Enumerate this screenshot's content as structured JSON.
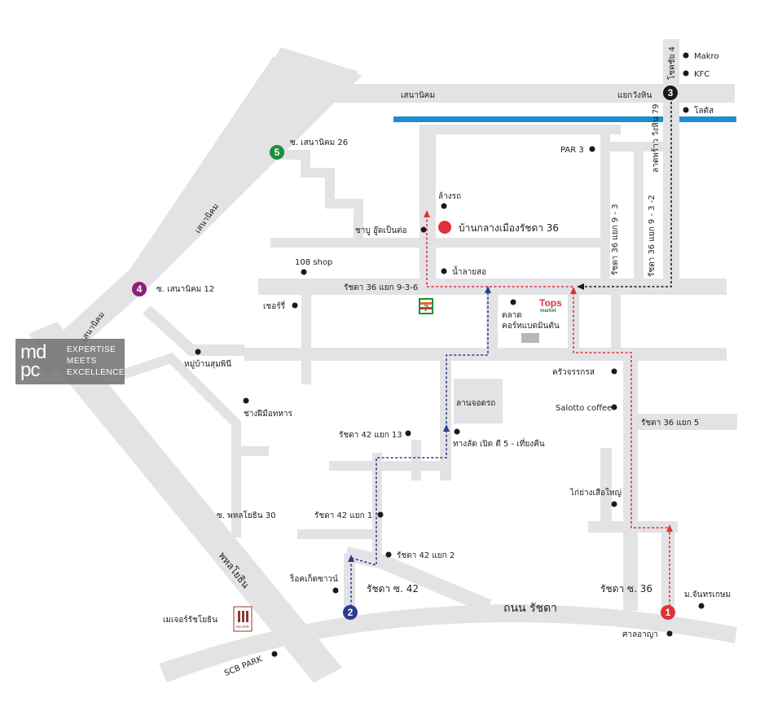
{
  "colors": {
    "road": "#e3e3e6",
    "rail": "#1a8fd0",
    "route_red": "#e0313a",
    "route_blue": "#2a3d8f",
    "marker_green": "#1b8f3a",
    "marker_purple": "#8e1e7a",
    "marker_black": "#1a1a1a",
    "marker_red": "#e0313a",
    "marker_blue": "#2a3d8f",
    "destination": "#e0313a"
  },
  "logo": {
    "mark_line1": "md",
    "mark_line2": "pc",
    "tag1": "EXPERTISE",
    "tag2": "MEETS",
    "tag3": "EXCELLENCE"
  },
  "markers": [
    "1",
    "2",
    "3",
    "4",
    "5"
  ],
  "roads": {
    "senanikhom_top": "เสนานิคม",
    "senanikhom_diag1": "เสนานิคม",
    "senanikhom_diag2": "เสนานิคม",
    "yaek_wanghin": "แยกวังหิน",
    "chokchai4": "โชคชัย 4",
    "ladprao_wanghin": "ลาดพร้าว วังหิน 79",
    "ratchada36_936": "รัชดา 36 แยก 9-3-6",
    "ratchada36_93": "รัชดา 36 แยก 9 - 3",
    "ratchada36_932": "รัชดา 36 แยก 9 - 3 -2",
    "ratchada36_5": "รัชดา 36 แยก 5",
    "ratchada42_13": "รัชดา 42 แยก 13",
    "ratchada42_1": "รัชดา 42 แยก 1",
    "ratchada42_2": "รัชดา 42 แยก 2",
    "ratchada_soi42": "รัชดา ซ. 42",
    "ratchada_soi36": "รัชดา ซ. 36",
    "thanon_ratchada": "ถนน รัชดา",
    "phahonyothin": "พหลโยธิน",
    "soi_phahon30": "ซ. พหลโยธิน 30",
    "soi_sena26": "ซ. เสนานิคม 26",
    "soi_sena12": "ซ. เสนานิคม 12"
  },
  "places": {
    "makro": "Makro",
    "kfc": "KFC",
    "lotus": "โลตัส",
    "par3": "PAR 3",
    "car_wash": "ล้างรถ",
    "destination": "บ้านกลางเมืองรัชดา 36",
    "shabu": "ชาบู อู๊ดเป็นต่อ",
    "shop108": "108 shop",
    "namlai": "น้ำลายสอ",
    "cherry": "เชอร์รี่",
    "market": "ตลาด",
    "badminton": "คอร์ทแบดมินตัน",
    "tops": "Tops",
    "tops_sub": "market",
    "village": "หมู่บ้านสุมพินี",
    "military": "ช่างฝีมือทหาร",
    "kitchen": "ครัวจรรกรส",
    "salotto": "Salotto coffee",
    "parking": "ลานจอดรถ",
    "shortcut": "ทางลัด เปิด ตี 5 - เที่ยงคืน",
    "chicken": "ไก่ย่างเสือใหญ่",
    "rockcafe": "ร็อคเก็ตซาวน์",
    "major": "เมเจอร์รัชโยธิน",
    "major_logo": "MAJOR",
    "scb": "SCB PARK",
    "chantrakasem": "ม.จันทรเกษม",
    "shrine": "ศาลอาญา"
  }
}
